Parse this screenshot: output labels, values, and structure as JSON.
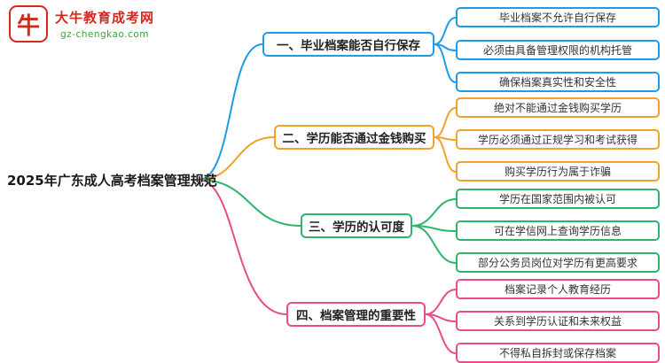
{
  "logo": {
    "site_name": "大牛教育成考网",
    "site_url": "gz-chengkao.com",
    "icon_glyph": "牛"
  },
  "root": {
    "label": "2025年广东成人高考档案管理规范"
  },
  "branches": [
    {
      "label": "一、毕业档案能否自行保存",
      "color": "#1e9be9",
      "children": [
        "毕业档案不允许自行保存",
        "必须由具备管理权限的机构托管",
        "确保档案真实性和安全性"
      ]
    },
    {
      "label": "二、学历能否通过金钱购买",
      "color": "#f0a32a",
      "children": [
        "绝对不能通过金钱购买学历",
        "学历必须通过正规学习和考试获得",
        "购买学历行为属于诈骗"
      ]
    },
    {
      "label": "三、学历的认可度",
      "color": "#2fb56b",
      "children": [
        "学历在国家范围内被认可",
        "可在学信网上查询学历信息",
        "部分公务员岗位对学历有更高要求"
      ]
    },
    {
      "label": "四、档案管理的重要性",
      "color": "#ea4c89",
      "children": [
        "档案记录个人教育经历",
        "关系到学历认证和未来权益",
        "不得私自拆封或保存档案"
      ]
    }
  ]
}
